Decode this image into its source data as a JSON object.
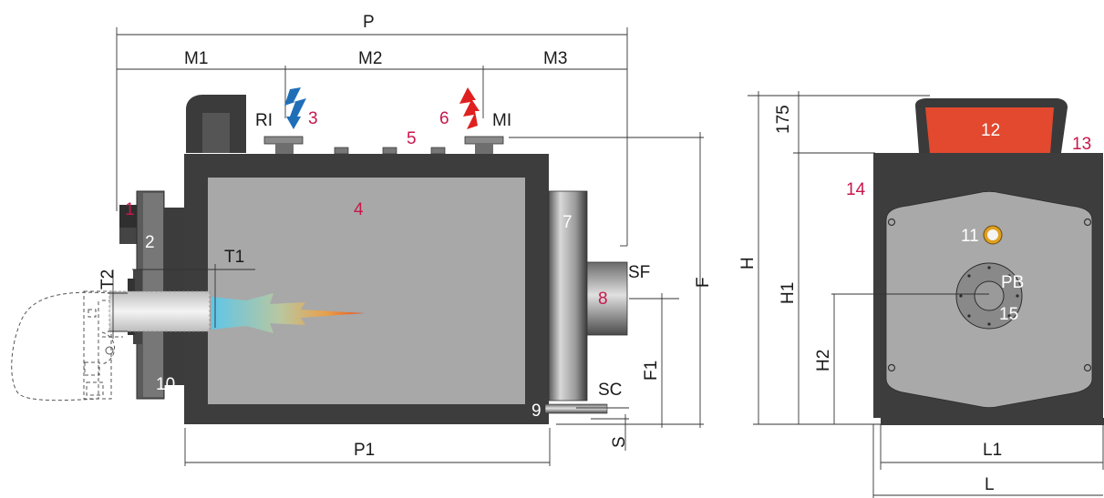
{
  "colors": {
    "callout_red": "#c8174b",
    "body_dark": "#3f3f3f",
    "body_mid": "#707070",
    "shell_gray": "#a9a9a9",
    "panel_orange": "#e2492f",
    "arrow_blue": "#1f6fb8",
    "arrow_red": "#e02020"
  },
  "dimensions": {
    "P": "P",
    "M1": "M1",
    "M2": "M2",
    "M3": "M3",
    "P1": "P1",
    "F": "F",
    "F1": "F1",
    "S": "S",
    "SF": "SF",
    "SC": "SC",
    "T1": "T1",
    "T2": "T2",
    "RI": "RI",
    "MI": "MI",
    "H": "H",
    "H1": "H1",
    "H2": "H2",
    "L": "L",
    "L1": "L1",
    "PB": "PB",
    "top_height": "175"
  },
  "callouts": {
    "c1": "1",
    "c2": "2",
    "c3": "3",
    "c4": "4",
    "c5": "5",
    "c6": "6",
    "c7": "7",
    "c8": "8",
    "c9": "9",
    "c10": "10",
    "c11": "11",
    "c12": "12",
    "c13": "13",
    "c14": "14",
    "c15": "15"
  }
}
